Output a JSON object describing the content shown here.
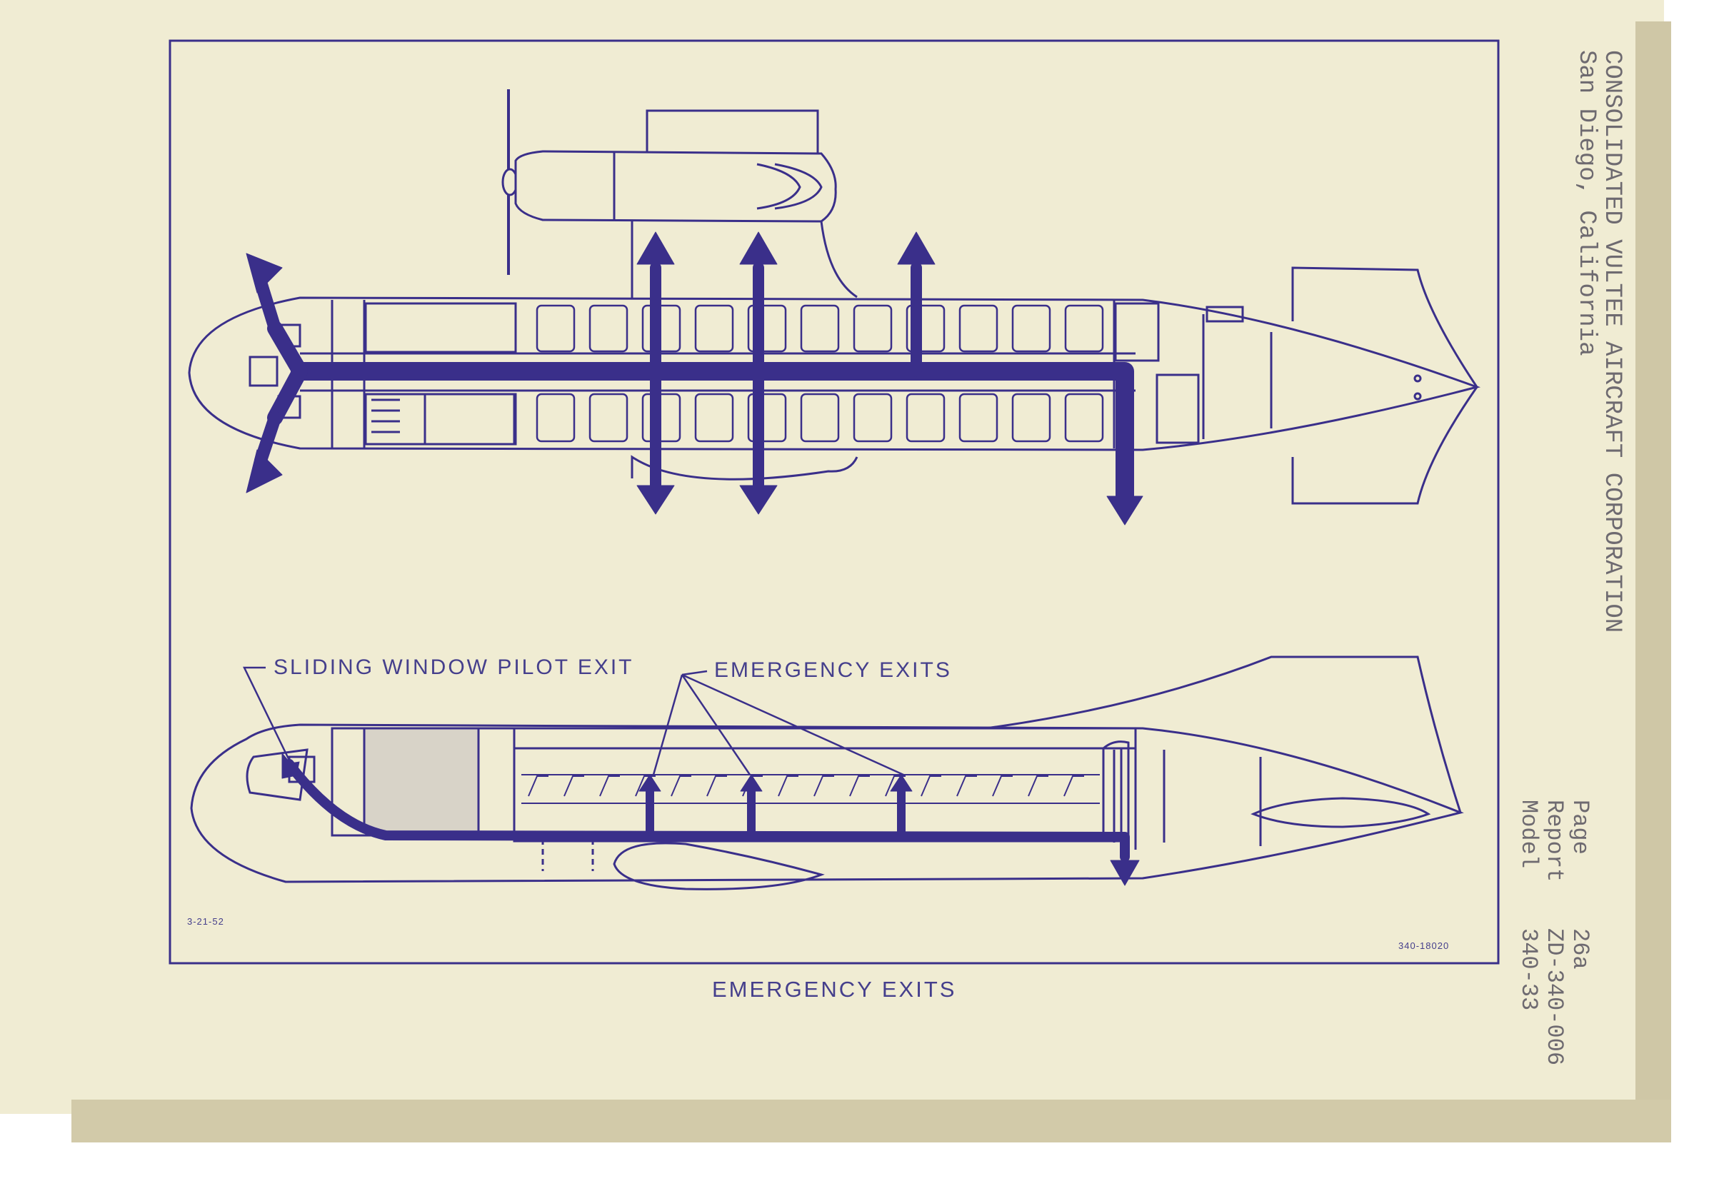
{
  "header": {
    "company": "CONSOLIDATED VULTEE AIRCRAFT CORPORATION",
    "location": "San Diego, California"
  },
  "reference": {
    "page_label": "Page",
    "page_value": "26a",
    "report_label": "Report",
    "report_value": "ZD-340-006",
    "model_label": "Model",
    "model_value": "340-33"
  },
  "figure": {
    "callout_pilot_exit": "SLIDING WINDOW PILOT EXIT",
    "callout_emergency_exits": "EMERGENCY EXITS",
    "date_code": "3-21-52",
    "drawing_number": "340-18020",
    "caption": "EMERGENCY EXITS"
  },
  "colors": {
    "paper": "#f0ecd3",
    "ink": "#3a2f8a",
    "typewriter": "#6e6a70"
  }
}
